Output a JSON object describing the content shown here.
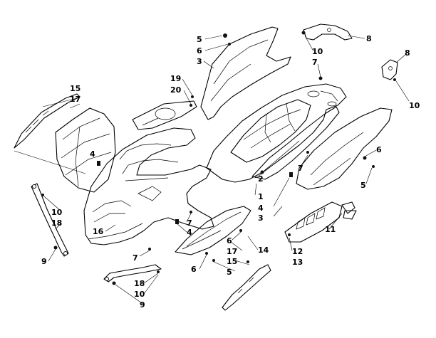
{
  "callouts": [
    {
      "id": "c5a",
      "text": "5"
    },
    {
      "id": "c6a",
      "text": "6"
    },
    {
      "id": "c3a",
      "text": "3"
    },
    {
      "id": "c8a",
      "text": "8"
    },
    {
      "id": "c10a",
      "text": "10"
    },
    {
      "id": "c7a",
      "text": "7"
    },
    {
      "id": "c8b",
      "text": "8"
    },
    {
      "id": "c10b",
      "text": "10"
    },
    {
      "id": "c19",
      "text": "19"
    },
    {
      "id": "c20",
      "text": "20"
    },
    {
      "id": "c15a",
      "text": "15"
    },
    {
      "id": "c17a",
      "text": "17"
    },
    {
      "id": "c4a",
      "text": "4"
    },
    {
      "id": "c6b",
      "text": "6"
    },
    {
      "id": "c5b",
      "text": "5"
    },
    {
      "id": "c7b",
      "text": "7"
    },
    {
      "id": "c2",
      "text": "2"
    },
    {
      "id": "c1",
      "text": "1"
    },
    {
      "id": "c4b",
      "text": "4"
    },
    {
      "id": "c3b",
      "text": "3"
    },
    {
      "id": "c10c",
      "text": "10"
    },
    {
      "id": "c18a",
      "text": "18"
    },
    {
      "id": "c9a",
      "text": "9"
    },
    {
      "id": "c16",
      "text": "16"
    },
    {
      "id": "c7c",
      "text": "7"
    },
    {
      "id": "c4c",
      "text": "4"
    },
    {
      "id": "c7d",
      "text": "7"
    },
    {
      "id": "c11",
      "text": "11"
    },
    {
      "id": "c6c",
      "text": "6"
    },
    {
      "id": "c17b",
      "text": "17"
    },
    {
      "id": "c14",
      "text": "14"
    },
    {
      "id": "c12",
      "text": "12"
    },
    {
      "id": "c13",
      "text": "13"
    },
    {
      "id": "c6d",
      "text": "6"
    },
    {
      "id": "c15b",
      "text": "15"
    },
    {
      "id": "c5c",
      "text": "5"
    },
    {
      "id": "c18b",
      "text": "18"
    },
    {
      "id": "c10d",
      "text": "10"
    },
    {
      "id": "c9b",
      "text": "9"
    }
  ]
}
